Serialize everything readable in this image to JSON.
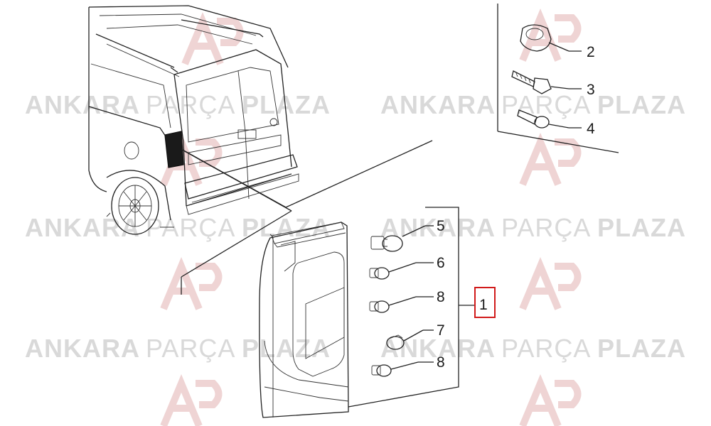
{
  "watermark": {
    "brand_word_1": "ANKARA",
    "brand_word_2": "PARÇA",
    "brand_word_3": "PLAZA",
    "color": "#d9d9d9",
    "logo_color": "#e8c2c2"
  },
  "callouts": {
    "c1": "1",
    "c2": "2",
    "c3": "3",
    "c4": "4",
    "c5": "5",
    "c6": "6",
    "c7": "7",
    "c8a": "8",
    "c8b": "8"
  },
  "highlight_color": "#d11a1a"
}
